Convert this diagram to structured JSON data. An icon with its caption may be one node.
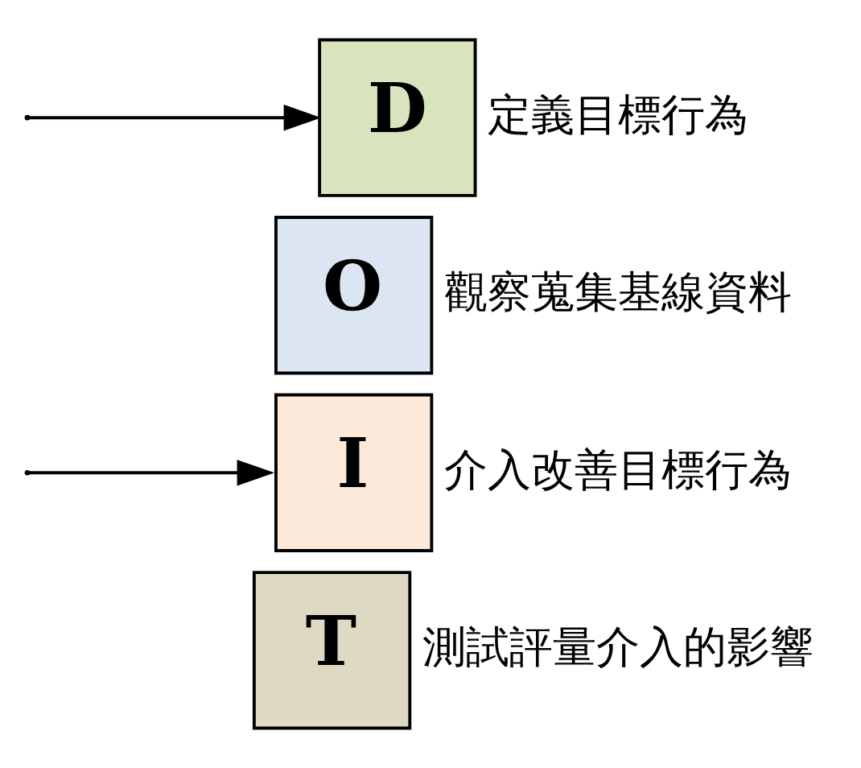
{
  "diagram": {
    "nodes": [
      {
        "text": [
          "D"
        ],
        "beside": [
          "定義目標行為"
        ]
      },
      {
        "text": [
          "O"
        ],
        "beside": [
          "觀察蒐集基線資料"
        ]
      },
      {
        "text": [
          "I"
        ],
        "beside": [
          "介入改善目標行為"
        ]
      },
      {
        "text": [
          "T"
        ],
        "beside": [
          "測試評量介入的影響"
        ]
      }
    ],
    "edges": [
      {
        "from": null,
        "to": 0,
        "arrow": "to"
      },
      {
        "from": null,
        "to": 2,
        "arrow": "to"
      }
    ]
  }
}
